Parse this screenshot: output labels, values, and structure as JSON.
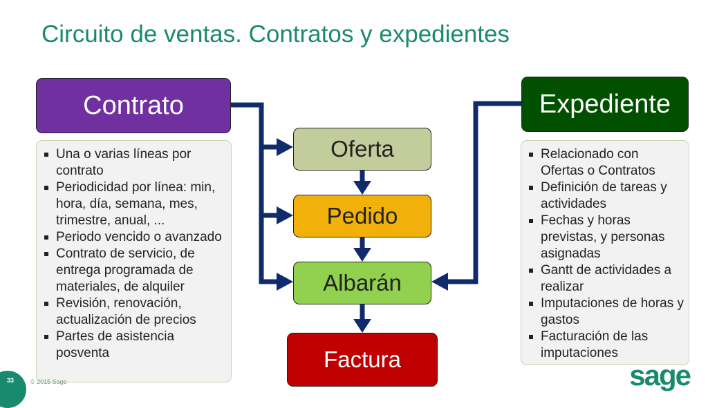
{
  "slide": {
    "title": "Circuito de ventas. Contratos y expedientes",
    "page_number": "33",
    "copyright": "© 2015 Sage",
    "logo_text": "sage"
  },
  "nodes": {
    "contrato": "Contrato",
    "expediente": "Expediente",
    "oferta": "Oferta",
    "pedido": "Pedido",
    "albaran": "Albarán",
    "factura": "Factura"
  },
  "contrato_details": [
    "Una o varias líneas por contrato",
    "Periodicidad por línea: min, hora, día, semana, mes, trimestre, anual, ...",
    "Periodo vencido o avanzado",
    "Contrato de servicio, de entrega programada de materiales, de alquiler",
    "Revisión, renovación, actualización de precios",
    "Partes de asistencia posventa"
  ],
  "expediente_details": [
    "Relacionado con Ofertas o Contratos",
    "Definición de tareas y actividades",
    "Fechas y horas previstas, y personas asignadas",
    "Gantt de actividades a realizar",
    "Imputaciones de horas y gastos",
    "Facturación de las imputaciones"
  ],
  "colors": {
    "title": "#1a8a6e",
    "contrato": "#7030a0",
    "expediente": "#005000",
    "oferta": "#c3cc9b",
    "pedido": "#f2b10a",
    "albaran": "#92d050",
    "factura": "#c00000",
    "connector": "#0f2b6b"
  }
}
